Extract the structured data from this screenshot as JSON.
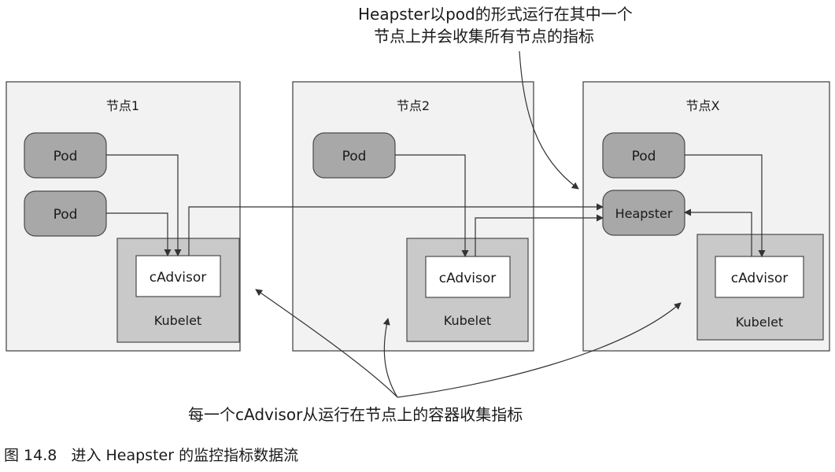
{
  "annotations": {
    "heapster_note_line1": "Heapster以pod的形式运行在其中一个",
    "heapster_note_line2": "节点上并会收集所有节点的指标",
    "cadvisor_note": "每一个cAdvisor从运行在节点上的容器收集指标"
  },
  "nodes": [
    {
      "title": "节点1",
      "pods": [
        "Pod",
        "Pod"
      ],
      "cadvisor": "cAdvisor",
      "kubelet": "Kubelet"
    },
    {
      "title": "节点2",
      "pods": [
        "Pod"
      ],
      "cadvisor": "cAdvisor",
      "kubelet": "Kubelet"
    },
    {
      "title": "节点X",
      "pods": [
        "Pod"
      ],
      "heapster": "Heapster",
      "cadvisor": "cAdvisor",
      "kubelet": "Kubelet"
    }
  ],
  "caption": "图 14.8   进入 Heapster 的监控指标数据流",
  "colors": {
    "node_bg": "#f2f2f2",
    "node_border": "#4a4a4a",
    "pod_fill": "#a8a8a8",
    "kubelet_fill": "#c9c9c9",
    "cadvisor_fill": "#ffffff",
    "line": "#333333"
  }
}
